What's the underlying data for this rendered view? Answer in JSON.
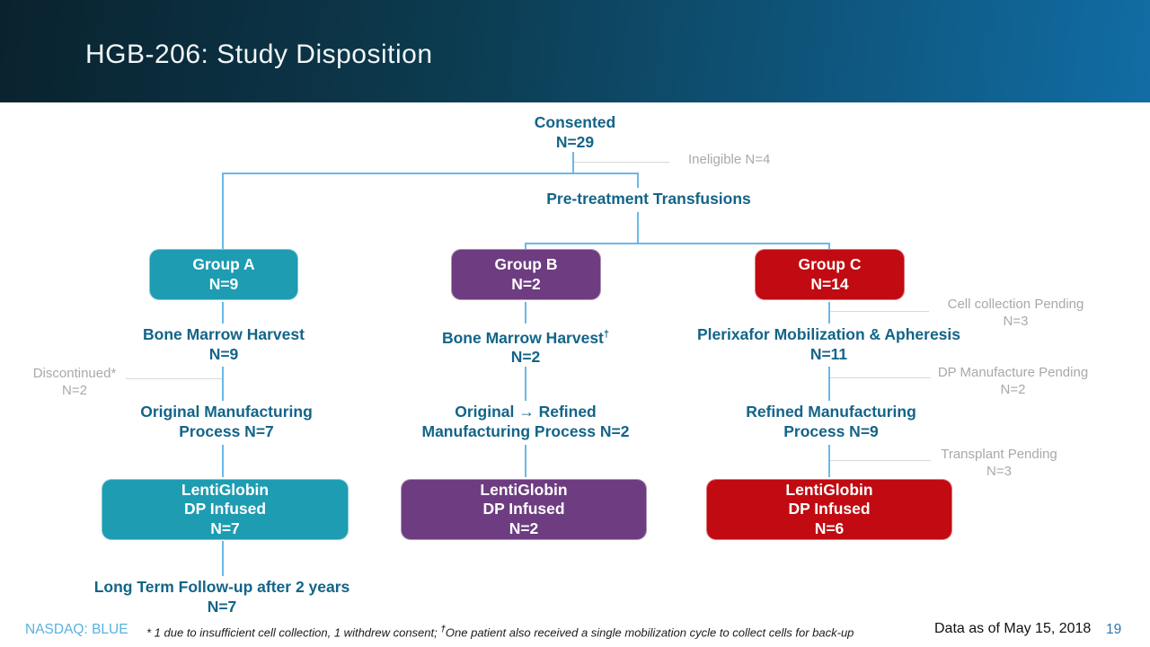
{
  "slide": {
    "title": "HGB-206: Study Disposition"
  },
  "colors": {
    "header_gradient_start": "#0a222e",
    "header_gradient_end": "#116da4",
    "teal": "#1d9cb2",
    "purple": "#6e3c80",
    "red": "#c10a11",
    "line_blue": "#6ab8e8",
    "heading_text": "#136488",
    "gray_text": "#a9a9a9",
    "nasdaq_blue": "#58b2df",
    "page_blue": "#2f76b5"
  },
  "flow": {
    "consented": {
      "label": "Consented",
      "n": "N=29"
    },
    "ineligible": {
      "label": "Ineligible  N=4"
    },
    "pretreatment": {
      "label": "Pre-treatment Transfusions"
    },
    "group_a": {
      "label": "Group A",
      "n": "N=9"
    },
    "group_b": {
      "label": "Group B",
      "n": "N=2"
    },
    "group_c": {
      "label": "Group C",
      "n": "N=14"
    },
    "col_a_step1": {
      "label": "Bone Marrow Harvest",
      "n": "N=9"
    },
    "col_b_step1": {
      "label": "Bone Marrow Harvest",
      "sup": "†",
      "n": "N=2"
    },
    "col_c_step1": {
      "label": "Plerixafor Mobilization & Apheresis",
      "n": "N=11"
    },
    "col_a_step2": {
      "line1": "Original Manufacturing",
      "line2": "Process N=7"
    },
    "col_b_step2": {
      "line1": "Original → Refined",
      "line2": "Manufacturing Process N=2"
    },
    "col_c_step2": {
      "line1": "Refined Manufacturing",
      "line2": "Process N=9"
    },
    "col_a_infused": {
      "line1": "LentiGlobin",
      "line2": "DP Infused",
      "n": "N=7"
    },
    "col_b_infused": {
      "line1": "LentiGlobin",
      "line2": "DP Infused",
      "n": "N=2"
    },
    "col_c_infused": {
      "line1": "LentiGlobin",
      "line2": "DP Infused",
      "n": "N=6"
    },
    "followup": {
      "line1": "Long Term Follow-up after 2 years",
      "line2": "N=7"
    },
    "annotations": {
      "cell_collection": {
        "line1": "Cell collection Pending",
        "line2": "N=3"
      },
      "dp_manufacture": {
        "line1": "DP Manufacture Pending",
        "line2": "N=2"
      },
      "transplant": {
        "line1": "Transplant Pending",
        "line2": "N=3"
      },
      "discontinued": {
        "line1": "Discontinued*",
        "line2": "N=2"
      }
    }
  },
  "footer": {
    "ticker": "NASDAQ: BLUE",
    "footnote_part1": "* 1 due to insufficient cell collection, 1 withdrew consent; ",
    "footnote_dagger": "†",
    "footnote_part2": "One patient also received a single mobilization cycle to collect cells for back-up",
    "data_as_of": "Data as of May 15, 2018",
    "page": "19"
  }
}
